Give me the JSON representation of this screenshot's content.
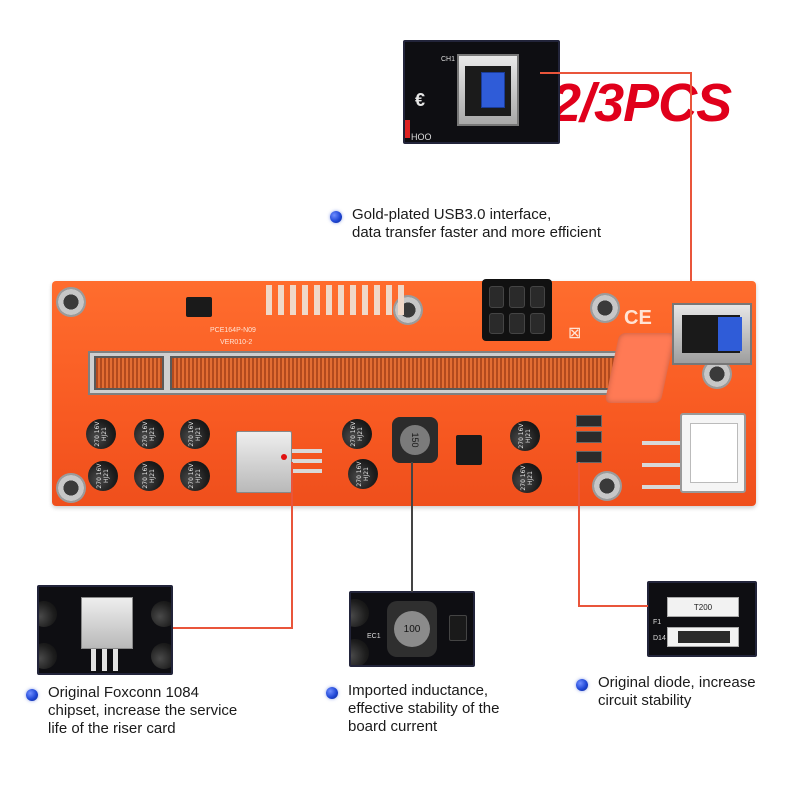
{
  "title": "1/2/3PCS",
  "features": {
    "usb": {
      "line1": "Gold-plated USB3.0 interface,",
      "line2": "data transfer faster and more efficient"
    },
    "chipset": {
      "line1": "Original Foxconn 1084",
      "line2": "chipset, increase the service",
      "line3": "life of the riser card"
    },
    "inductance": {
      "line1": "Imported inductance,",
      "line2": "effective stability of the",
      "line3": "board current"
    },
    "diode": {
      "line1": "Original diode, increase",
      "line2": "circuit stability"
    }
  },
  "board_labels": {
    "model": "PCE164P-N09",
    "version": "VER010-2",
    "ce_mark": "CE",
    "inductor": "150",
    "caps": [
      "270 16V HJ21",
      "270 16V HJ21",
      "270 16V HJ21",
      "270 16V HJ21",
      "270 16V HJ21",
      "270 16V HJ21",
      "270 16V HJ21",
      "270 16V HJ21",
      "270 16V HJ21",
      "270 16V HJ21"
    ]
  },
  "insets": {
    "usb": {
      "ch1": "CH1",
      "label": "HOO"
    },
    "inductor": {
      "value": "100",
      "ec": "EC1"
    },
    "diode": {
      "t": "T200",
      "f1": "F1",
      "d14": "D14"
    }
  },
  "colors": {
    "title": "#e0001b",
    "board": "#f85a22",
    "callout": "#e9553b",
    "bullet": "#1f47d6"
  }
}
